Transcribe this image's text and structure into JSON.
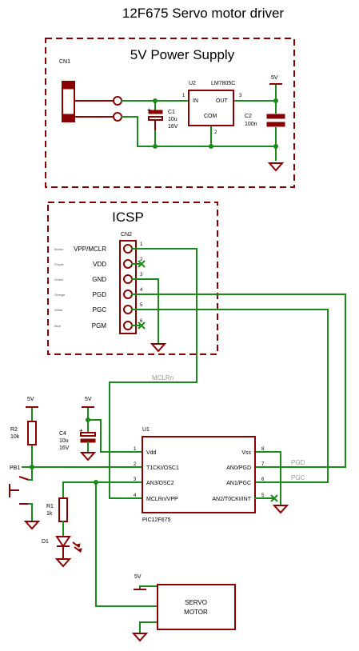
{
  "title": "12F675 Servo motor driver",
  "power_supply": {
    "box_title": "5V Power Supply",
    "connector": "CN1",
    "regulator": {
      "ref": "U2",
      "part": "LM7805C",
      "pin_in": "IN",
      "pin_out": "OUT",
      "pin_com": "COM",
      "pin1": "1",
      "pin2": "2",
      "pin3": "3"
    },
    "c1": {
      "ref": "C1",
      "value": "10u",
      "voltage": "16V"
    },
    "c2": {
      "ref": "C2",
      "value": "100n"
    },
    "rail": "5V"
  },
  "icsp": {
    "box_title": "ICSP",
    "connector": "CN2",
    "pins": [
      {
        "num": "1",
        "name": "VPP/MCLR",
        "wire_color": "Brown"
      },
      {
        "num": "2",
        "name": "VDD",
        "wire_color": "Purple"
      },
      {
        "num": "3",
        "name": "GND",
        "wire_color": "Green"
      },
      {
        "num": "4",
        "name": "PGD",
        "wire_color": "Orange"
      },
      {
        "num": "5",
        "name": "PGC",
        "wire_color": "White"
      },
      {
        "num": "6",
        "name": "PGM",
        "wire_color": "Blue"
      }
    ]
  },
  "nets": {
    "mclr": "MCLRn",
    "pgd": "PGD",
    "pgc": "PGC"
  },
  "mcu": {
    "ref": "U1",
    "part": "PIC12F675",
    "left_pins": [
      {
        "num": "1",
        "name": "Vdd"
      },
      {
        "num": "2",
        "name": "T1CKI/OSC1"
      },
      {
        "num": "3",
        "name": "AN3/OSC2"
      },
      {
        "num": "4",
        "name": "MCLRn/VPP"
      }
    ],
    "right_pins": [
      {
        "num": "8",
        "name": "Vss"
      },
      {
        "num": "7",
        "name": "AN0/PGD"
      },
      {
        "num": "6",
        "name": "AN1/PGC"
      },
      {
        "num": "5",
        "name": "AN2/T0CKI/INT"
      }
    ]
  },
  "r2": {
    "ref": "R2",
    "value": "10k"
  },
  "c4": {
    "ref": "C4",
    "value": "10u",
    "voltage": "16V"
  },
  "pb1": "PB1",
  "r1": {
    "ref": "R1",
    "value": "1k"
  },
  "d1": "D1",
  "rail_5v": "5V",
  "servo": {
    "line1": "SERVO",
    "line2": "MOTOR"
  },
  "colors": {
    "wire": "#1a8a1a",
    "component": "#8b0000",
    "net_label": "#999999",
    "text": "#000000"
  }
}
